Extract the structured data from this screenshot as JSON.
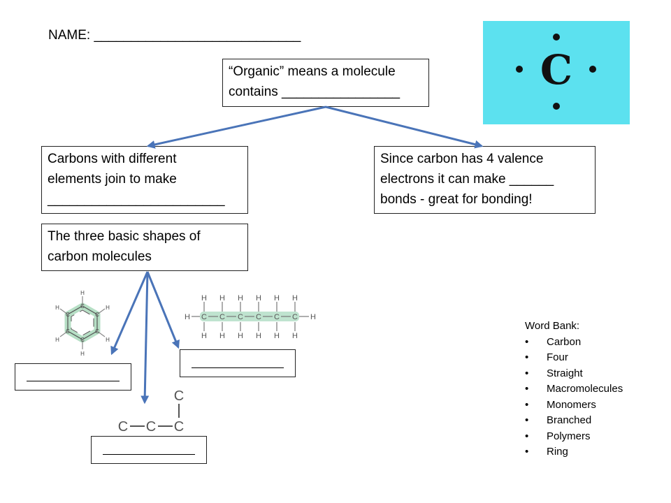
{
  "worksheet": {
    "name_label": "NAME: ____________________________",
    "organic_box": {
      "line1": "“Organic” means a molecule",
      "line2": "contains ________________"
    },
    "carbons_box": {
      "line1": "Carbons with different",
      "line2": "elements join to make",
      "line3": "________________________"
    },
    "valence_box": {
      "line1": "Since carbon has 4 valence",
      "line2": "electrons it can make ______",
      "line3": "bonds - great for bonding!"
    },
    "shapes_box": {
      "line1": "The three basic shapes of",
      "line2": "carbon molecules"
    },
    "lewis_symbol": "C",
    "benzene_atoms": {
      "carbon": "C",
      "hydrogen": "H"
    },
    "chain_atoms": {
      "carbon": "C",
      "hydrogen": "H"
    },
    "branched_atoms": {
      "carbon": "C"
    }
  },
  "word_bank": {
    "title": "Word Bank:",
    "bullet": "•",
    "items": [
      "Carbon",
      "Four",
      "Straight",
      "Macromolecules",
      "Monomers",
      "Branched",
      "Polymers",
      "Ring"
    ]
  },
  "colors": {
    "arrow": "#4a74b8",
    "lewis_background": "#5ce1ef",
    "chain_highlight": "#bfe3cf",
    "benzene_highlight": "#b6dfc5"
  }
}
